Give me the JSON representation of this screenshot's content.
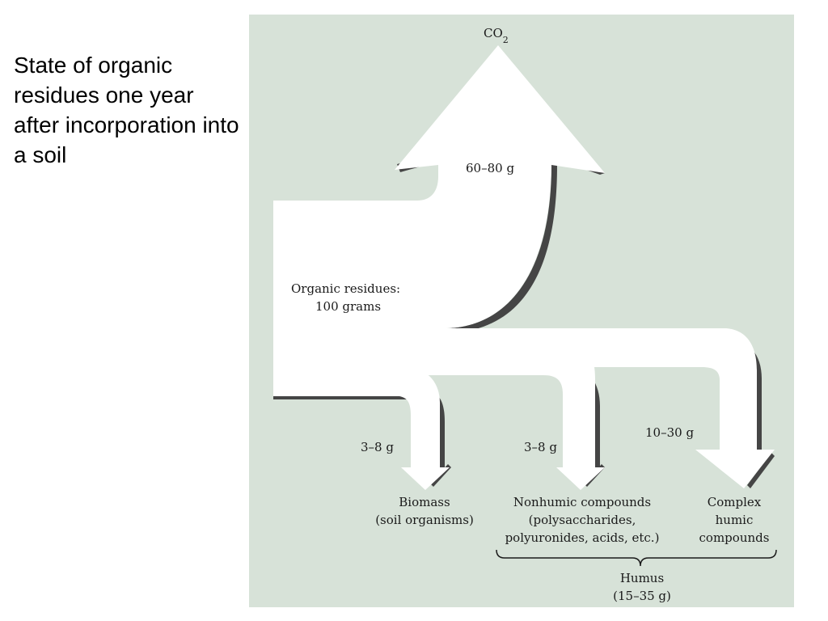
{
  "slide": {
    "title": "State of organic residues one year after incorporation into a soil"
  },
  "diagram": {
    "colors": {
      "background": "#d7e2d8",
      "arrow_fill": "#ffffff",
      "arrow_shadow": "#454545",
      "text": "#1a1a1a"
    },
    "source": {
      "label_line1": "Organic residues:",
      "label_line2": "100 grams"
    },
    "co2": {
      "label_main": "CO",
      "label_sub": "2",
      "amount": "60–80 g"
    },
    "flows": [
      {
        "amount": "3–8 g",
        "target_lines": [
          "Biomass",
          "(soil organisms)"
        ]
      },
      {
        "amount": "3–8 g",
        "target_lines": [
          "Nonhumic compounds",
          "(polysaccharides,",
          "polyuronides, acids, etc.)"
        ]
      },
      {
        "amount": "10–30 g",
        "target_lines": [
          "Complex",
          "humic",
          "compounds"
        ]
      }
    ],
    "humus": {
      "label_line1": "Humus",
      "label_line2": "(15–35 g)"
    }
  }
}
